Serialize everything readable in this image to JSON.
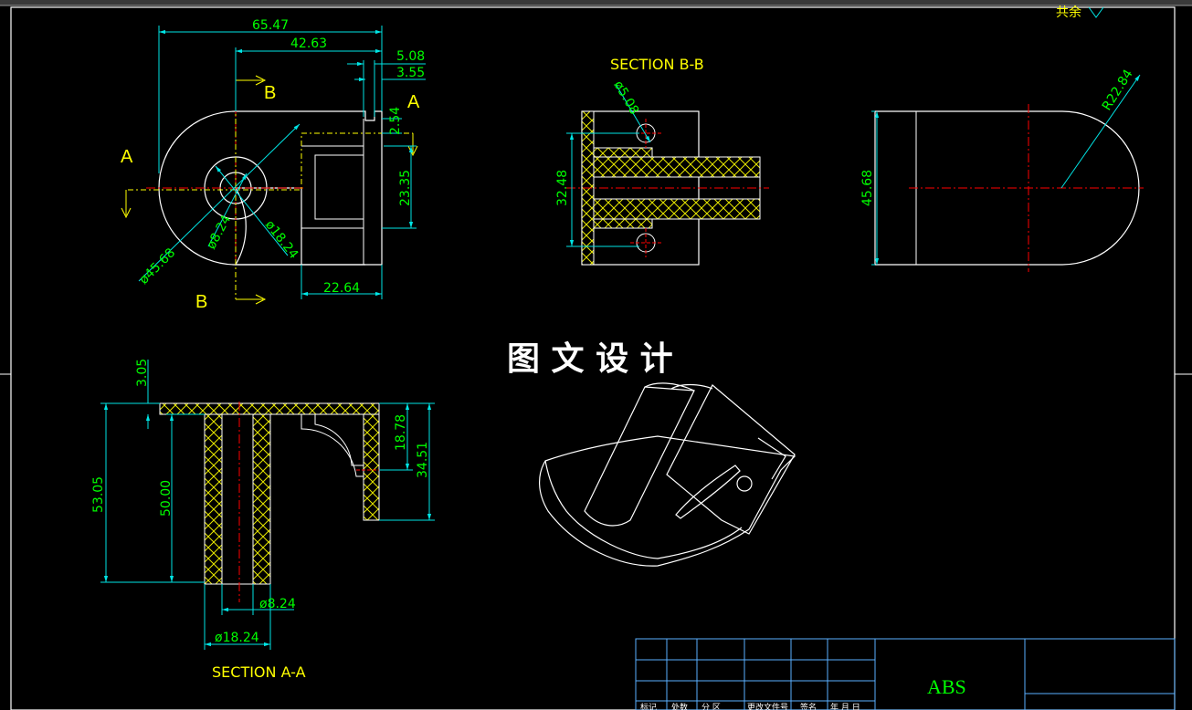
{
  "colors": {
    "background": "#000000",
    "outline": "#ffffff",
    "dimension": "#00e5e5",
    "dim_text": "#00ff00",
    "label": "#ffff00",
    "center_line": "#ff0000",
    "hatch": "#e8e800",
    "titleblock": "#5ab0ff",
    "ruler": "#9a9a9a"
  },
  "corner_label": "共余",
  "title_watermark": "图 文 设 计",
  "material": "ABS",
  "front_view": {
    "dims": {
      "overall_width": "65.47",
      "width_to_end": "42.63",
      "slot_offset": "5.08",
      "wall_offset": "3.55",
      "small_step": "2.54",
      "slot_height": "23.35",
      "base_depth": "22.64",
      "outer_diameter": "ø45.68",
      "hole_diameter": "ø8.24",
      "boss_diameter": "ø18.24"
    },
    "section_marks": {
      "a_left": "A",
      "a_right": "A",
      "b_top": "B",
      "b_bottom": "B"
    }
  },
  "section_bb": {
    "title": "SECTION B-B",
    "dims": {
      "hole": "ø5.08",
      "height": "32.48"
    }
  },
  "side_view": {
    "dims": {
      "radius": "R22.84",
      "height": "45.68"
    }
  },
  "section_aa": {
    "title": "SECTION A-A",
    "dims": {
      "top_thickness": "3.05",
      "overall_height": "53.05",
      "stem_height": "50.00",
      "bracket_height": "18.78",
      "side_height": "34.51",
      "inner_diameter": "ø8.24",
      "outer_diameter": "ø18.24"
    }
  },
  "title_block": {
    "header_labels": [
      "标记",
      "处数",
      "分 区",
      "更改文件号",
      "签名",
      "年 月 日"
    ]
  }
}
